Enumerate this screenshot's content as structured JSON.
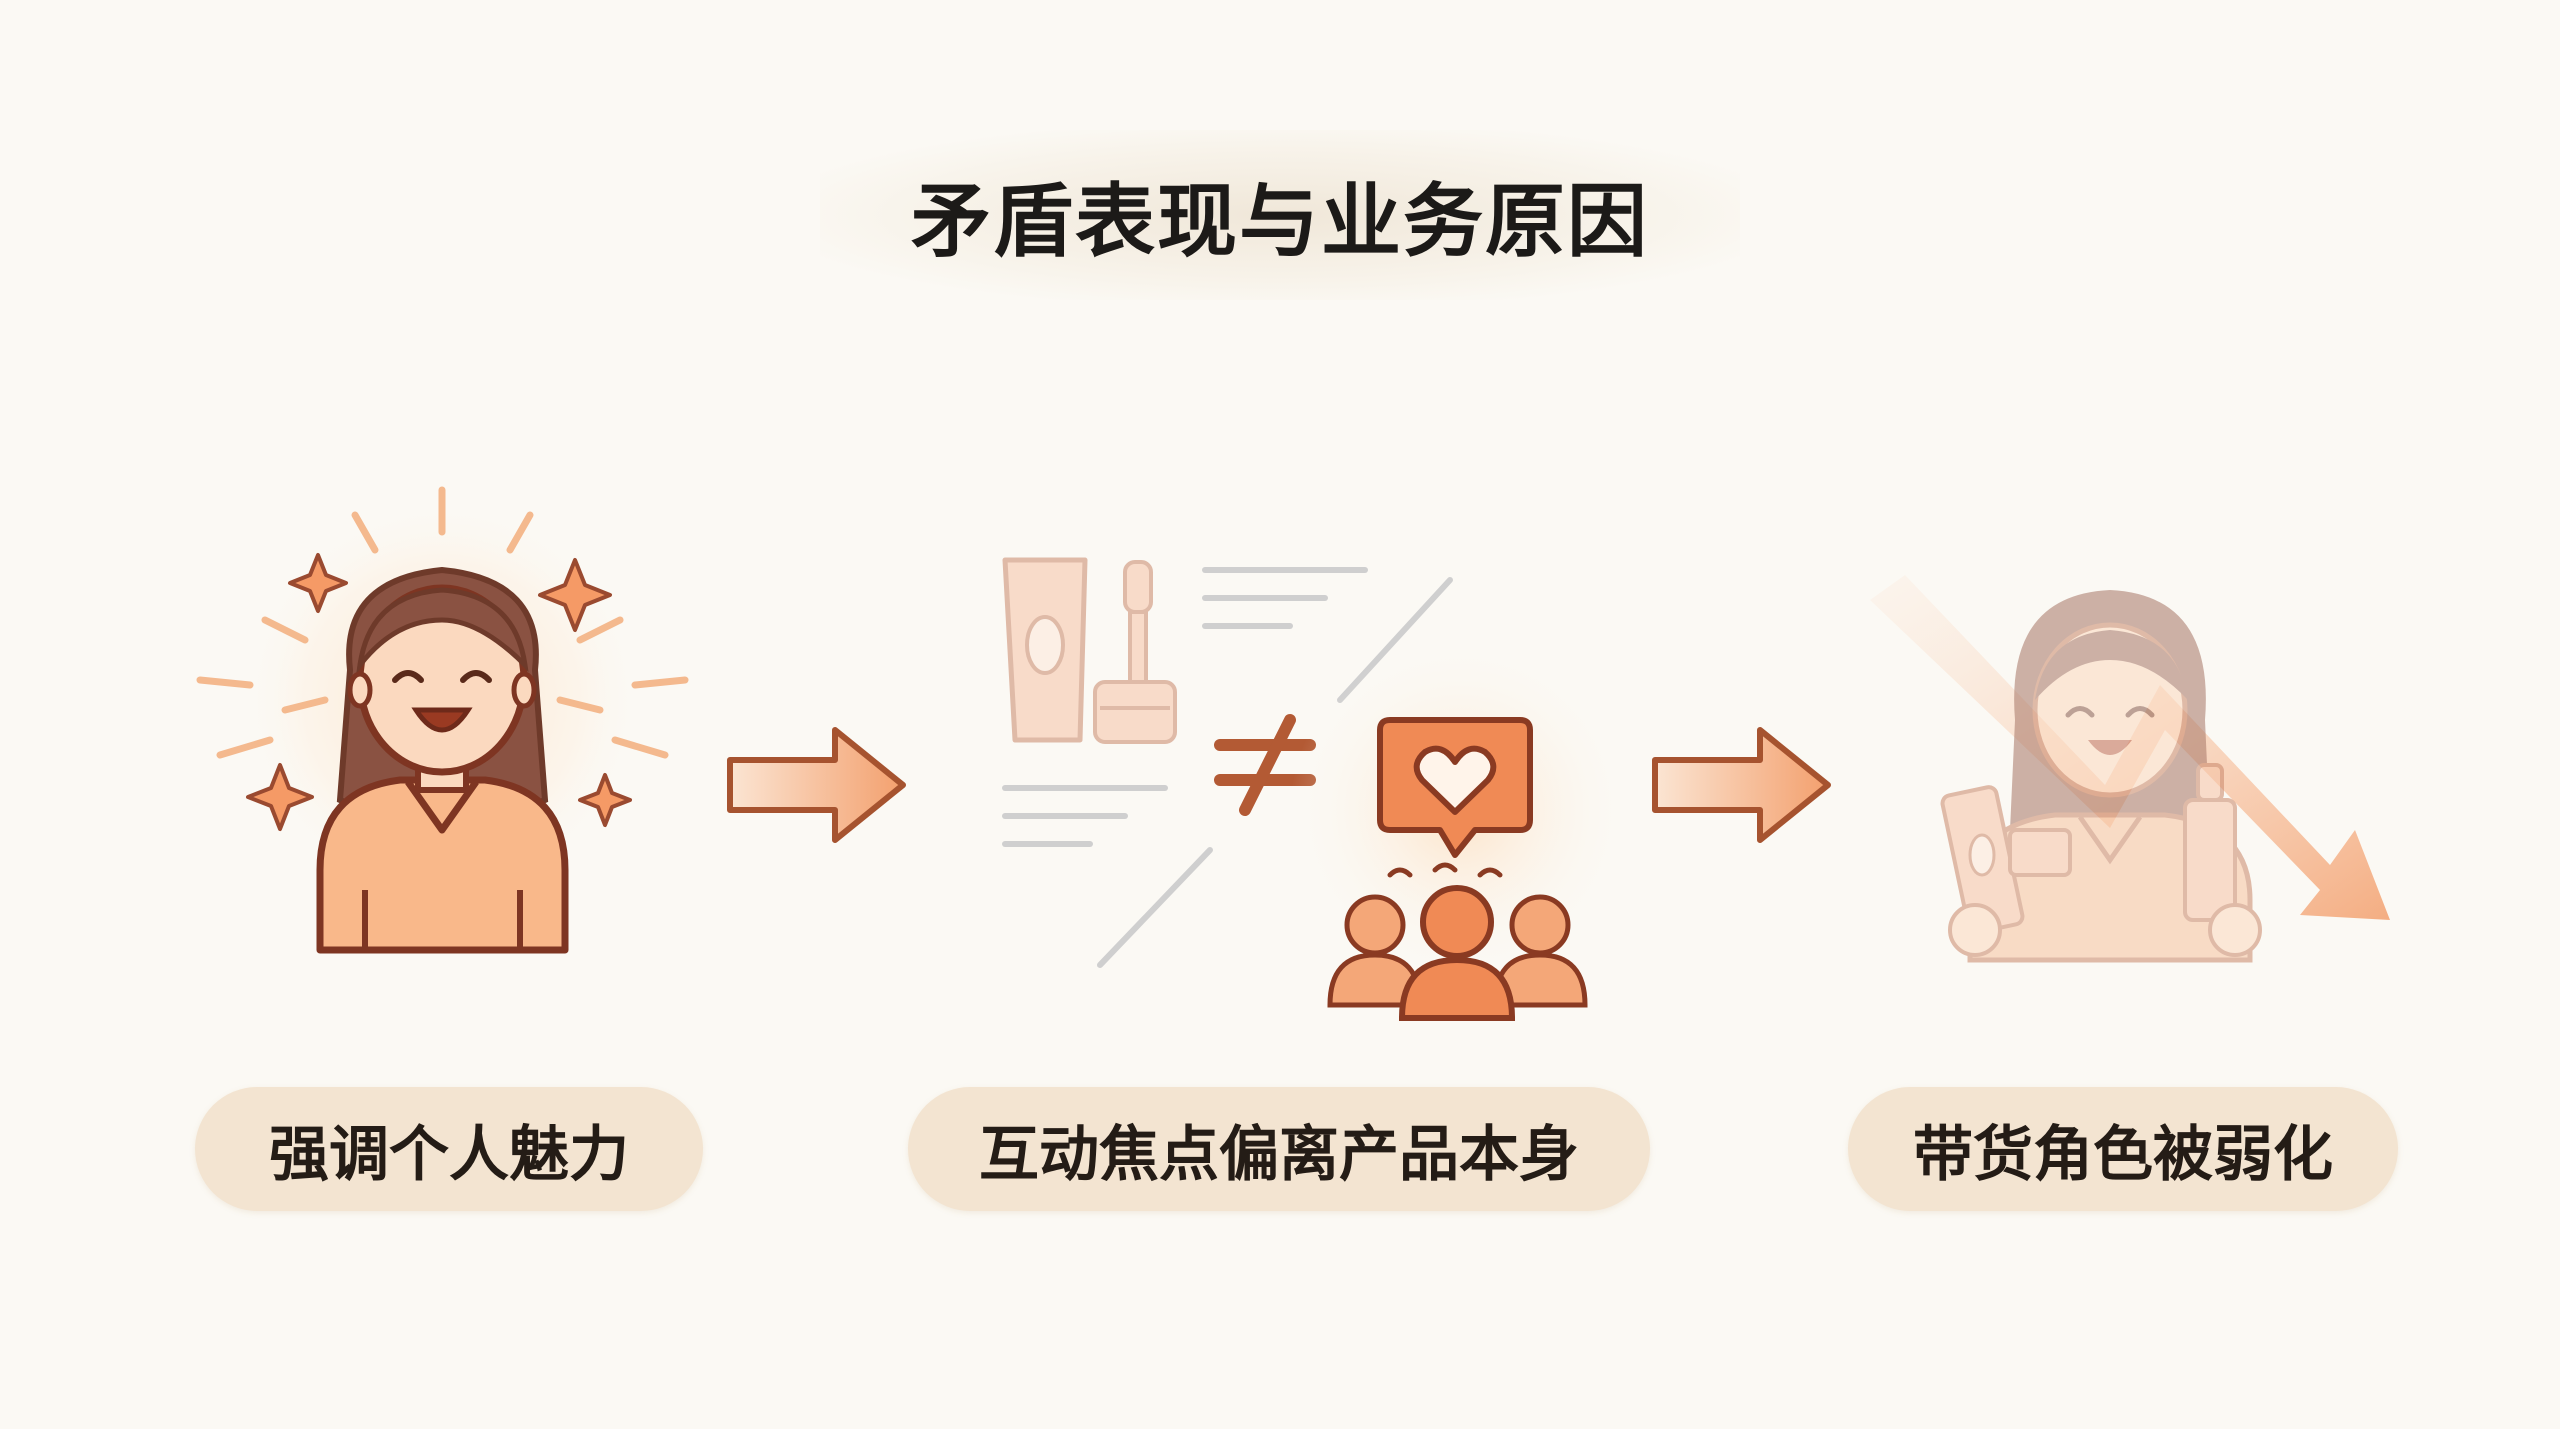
{
  "title": "矛盾表现与业务原因",
  "steps": [
    {
      "label": "强调个人魅力",
      "icon": "charismatic-woman-icon"
    },
    {
      "label": "互动焦点偏离产品本身",
      "icon": "product-vs-audience-icon"
    },
    {
      "label": "带货角色被弱化",
      "icon": "faded-seller-declining-icon"
    }
  ],
  "connectors": [
    "arrow-right-icon",
    "arrow-right-icon"
  ],
  "colors": {
    "background": "#fbf9f4",
    "accent": "#e8855a",
    "outline": "#8a3f2a",
    "skin": "#fbd9bf",
    "hair": "#8a5242",
    "pill": "#f3e4d1"
  }
}
